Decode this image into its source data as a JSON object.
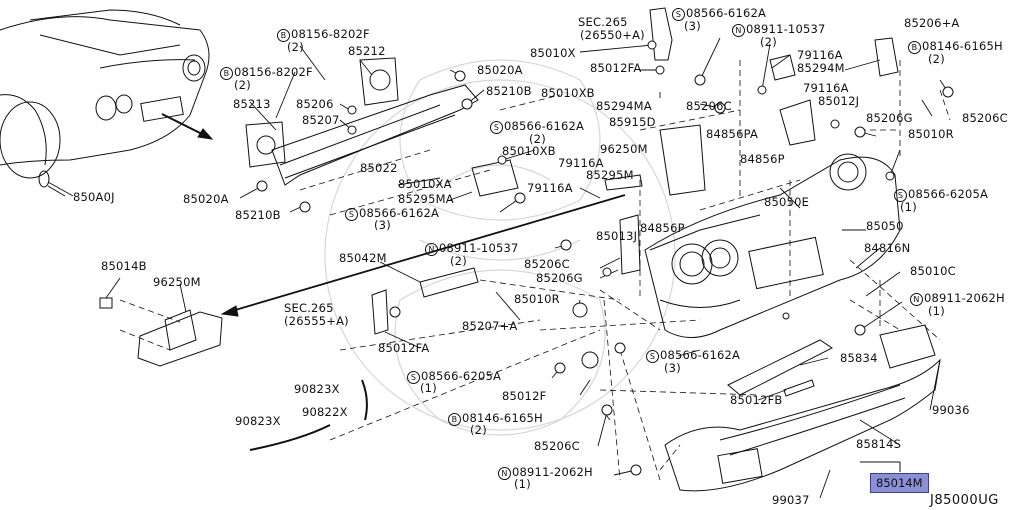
{
  "diagram_id": "J85000UG",
  "highlighted_part": "85014M",
  "labels": {
    "sec265_top": "SEC.265",
    "sec265_top_sub": "(26550+A)",
    "p85010X": "85010X",
    "p85012FA_top": "85012FA",
    "s08566_6162A_top": "08566-6162A",
    "s08566_6162A_top_q": "(3)",
    "n08911_10537_top": "08911-10537",
    "n08911_10537_top_q": "(2)",
    "p79116A_top": "79116A",
    "p85294M": "85294M",
    "p85206A": "85206+A",
    "b08146_6165H_top": "08146-6165H",
    "b08146_6165H_top_q": "(2)",
    "b08156_8202F_1": "08156-8202F",
    "b08156_8202F_1_q": "(2)",
    "p85212": "85212",
    "b08156_8202F_2": "08156-8202F",
    "b08156_8202F_2_q": "(2)",
    "p85020A_top": "85020A",
    "p85210B_top": "85210B",
    "p85010XB_1": "85010XB",
    "p85294MA": "85294MA",
    "p85206C_mid": "85206C",
    "p79116A_2": "79116A",
    "p85012J_top": "85012J",
    "p85213": "85213",
    "p85206_1": "85206",
    "p85207": "85207",
    "s08566_6162A_2": "08566-6162A",
    "s08566_6162A_2_q": "(2)",
    "p85915D": "85915D",
    "p84856PA": "84856PA",
    "p85206G_top": "85206G",
    "p85206C_right": "85206C",
    "p85010R": "85010R",
    "p85010XB_2": "85010XB",
    "p96250M_top": "96250M",
    "p79116A_3": "79116A",
    "p85295M": "85295M",
    "p84856P_1": "84856P",
    "p85022": "85022",
    "p85010XA": "85010XA",
    "p85295MA": "85295MA",
    "s08566_6162A_3": "08566-6162A",
    "s08566_6162A_3_q": "(3)",
    "p79116A_4": "79116A",
    "p85020A_left": "85020A",
    "p85210B_left": "85210B",
    "p850A0J": "850A0J",
    "p85050E": "85050E",
    "s08566_6205A_right": "08566-6205A",
    "s08566_6205A_right_q": "(1)",
    "p85050": "85050",
    "p85013J": "85013J",
    "p84856P_2": "84856P",
    "n08911_10537_mid": "08911-10537",
    "n08911_10537_mid_q": "(2)",
    "p84816N": "84816N",
    "p85014B": "85014B",
    "p96250M_left": "96250M",
    "p85042M": "85042M",
    "p85206C_center": "85206C",
    "p85206G_center": "85206G",
    "p85010C": "85010C",
    "p85010R_center": "85010R",
    "n08911_2062H_right": "08911-2062H",
    "n08911_2062H_right_q": "(1)",
    "sec265_left": "SEC.265",
    "sec265_left_sub": "(26555+A)",
    "p85207A": "85207+A",
    "p85012FA_left": "85012FA",
    "s08566_6162A_4": "08566-6162A",
    "s08566_6162A_4_q": "(3)",
    "p85834": "85834",
    "s08566_6205A_left": "08566-6205A",
    "s08566_6205A_left_q": "(1)",
    "p90823X_1": "90823X",
    "p85012F": "85012F",
    "p85012FB": "85012FB",
    "p90823X_2": "90823X",
    "p90822X": "90822X",
    "b08146_6165H_bottom": "08146-6165H",
    "b08146_6165H_bottom_q": "(2)",
    "p99036": "99036",
    "p85206C_bottom": "85206C",
    "p85814S": "85814S",
    "n08911_2062H_bottom": "08911-2062H",
    "n08911_2062H_bottom_q": "(1)",
    "p99037": "99037",
    "prefix_b": "B",
    "prefix_n": "N",
    "prefix_s": "S"
  },
  "colors": {
    "line": "#111111",
    "highlight": "#8a8fd6",
    "watermark": "#cfcfcf"
  }
}
